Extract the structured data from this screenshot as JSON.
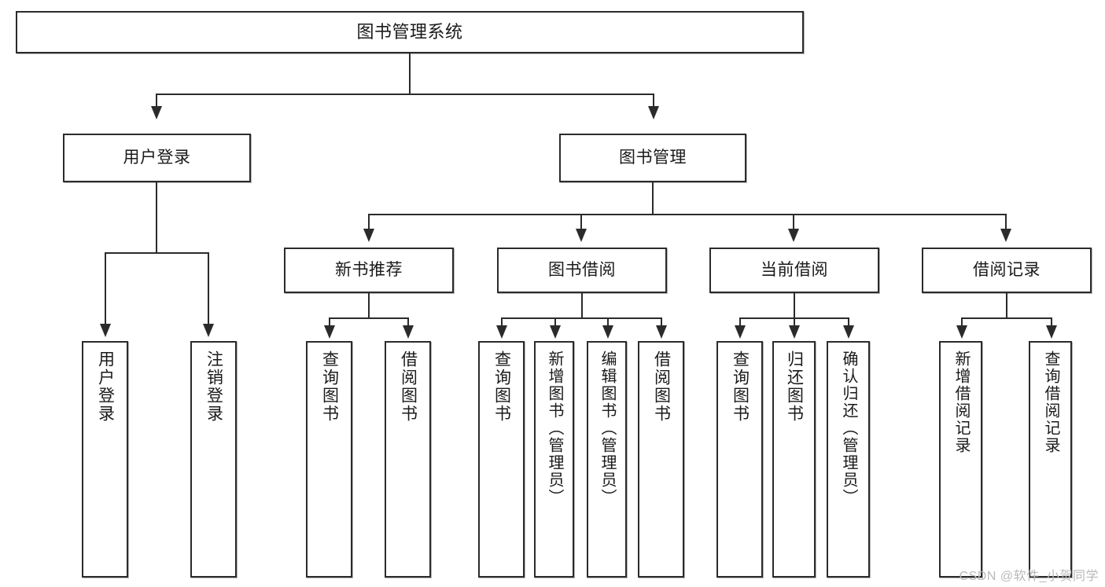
{
  "diagram": {
    "type": "tree",
    "title": "图书管理系统",
    "orientation": "top-down",
    "colors": {
      "box_border": "#2b2b2b",
      "box_fill": "#ffffff",
      "line": "#2b2b2b",
      "text": "#1a1a1a",
      "watermark": "#b9b9b9",
      "background": "#ffffff"
    },
    "levels": {
      "root": {
        "label": "图书管理系统"
      },
      "level2": [
        {
          "id": "user-login",
          "label": "用户登录"
        },
        {
          "id": "book-management",
          "label": "图书管理"
        }
      ],
      "level3": [
        {
          "id": "new-book-recommend",
          "label": "新书推荐",
          "parent": "book-management"
        },
        {
          "id": "book-borrow",
          "label": "图书借阅",
          "parent": "book-management"
        },
        {
          "id": "current-borrow",
          "label": "当前借阅",
          "parent": "book-management"
        },
        {
          "id": "borrow-record",
          "label": "借阅记录",
          "parent": "book-management"
        }
      ],
      "leaves": [
        {
          "id": "leaf-user-login",
          "label": "用户登录",
          "parent": "user-login"
        },
        {
          "id": "leaf-logout-login",
          "label": "注销登录",
          "parent": "user-login"
        },
        {
          "id": "leaf-query-book-1",
          "label": "查询图书",
          "parent": "new-book-recommend"
        },
        {
          "id": "leaf-borrow-book-1",
          "label": "借阅图书",
          "parent": "new-book-recommend"
        },
        {
          "id": "leaf-query-book-2",
          "label": "查询图书",
          "parent": "book-borrow"
        },
        {
          "id": "leaf-add-book-admin",
          "label": "新增图书（管理员）",
          "parent": "book-borrow"
        },
        {
          "id": "leaf-edit-book-admin",
          "label": "编辑图书（管理员）",
          "parent": "book-borrow"
        },
        {
          "id": "leaf-borrow-book-2",
          "label": "借阅图书",
          "parent": "book-borrow"
        },
        {
          "id": "leaf-query-book-3",
          "label": "查询图书",
          "parent": "current-borrow"
        },
        {
          "id": "leaf-return-book",
          "label": "归还图书",
          "parent": "current-borrow"
        },
        {
          "id": "leaf-confirm-return-admin",
          "label": "确认归还（管理员）",
          "parent": "current-borrow"
        },
        {
          "id": "leaf-add-borrow-record",
          "label": "新增借阅记录",
          "parent": "borrow-record"
        },
        {
          "id": "leaf-query-borrow-record",
          "label": "查询借阅记录",
          "parent": "borrow-record"
        }
      ]
    }
  },
  "watermark": {
    "text": "CSDN @软件_小贺同学"
  }
}
